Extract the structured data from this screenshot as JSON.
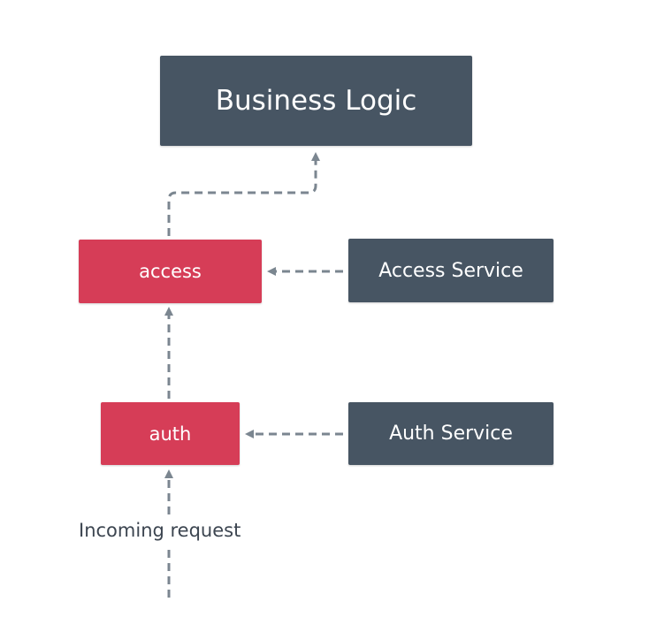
{
  "nodes": {
    "business_logic": "Business Logic",
    "access": "access",
    "access_service": "Access Service",
    "auth": "auth",
    "auth_service": "Auth Service"
  },
  "labels": {
    "incoming_request": "Incoming request"
  },
  "colors": {
    "dark_box": "#475563",
    "red_box": "#d63d57",
    "connector": "#7b8690"
  }
}
